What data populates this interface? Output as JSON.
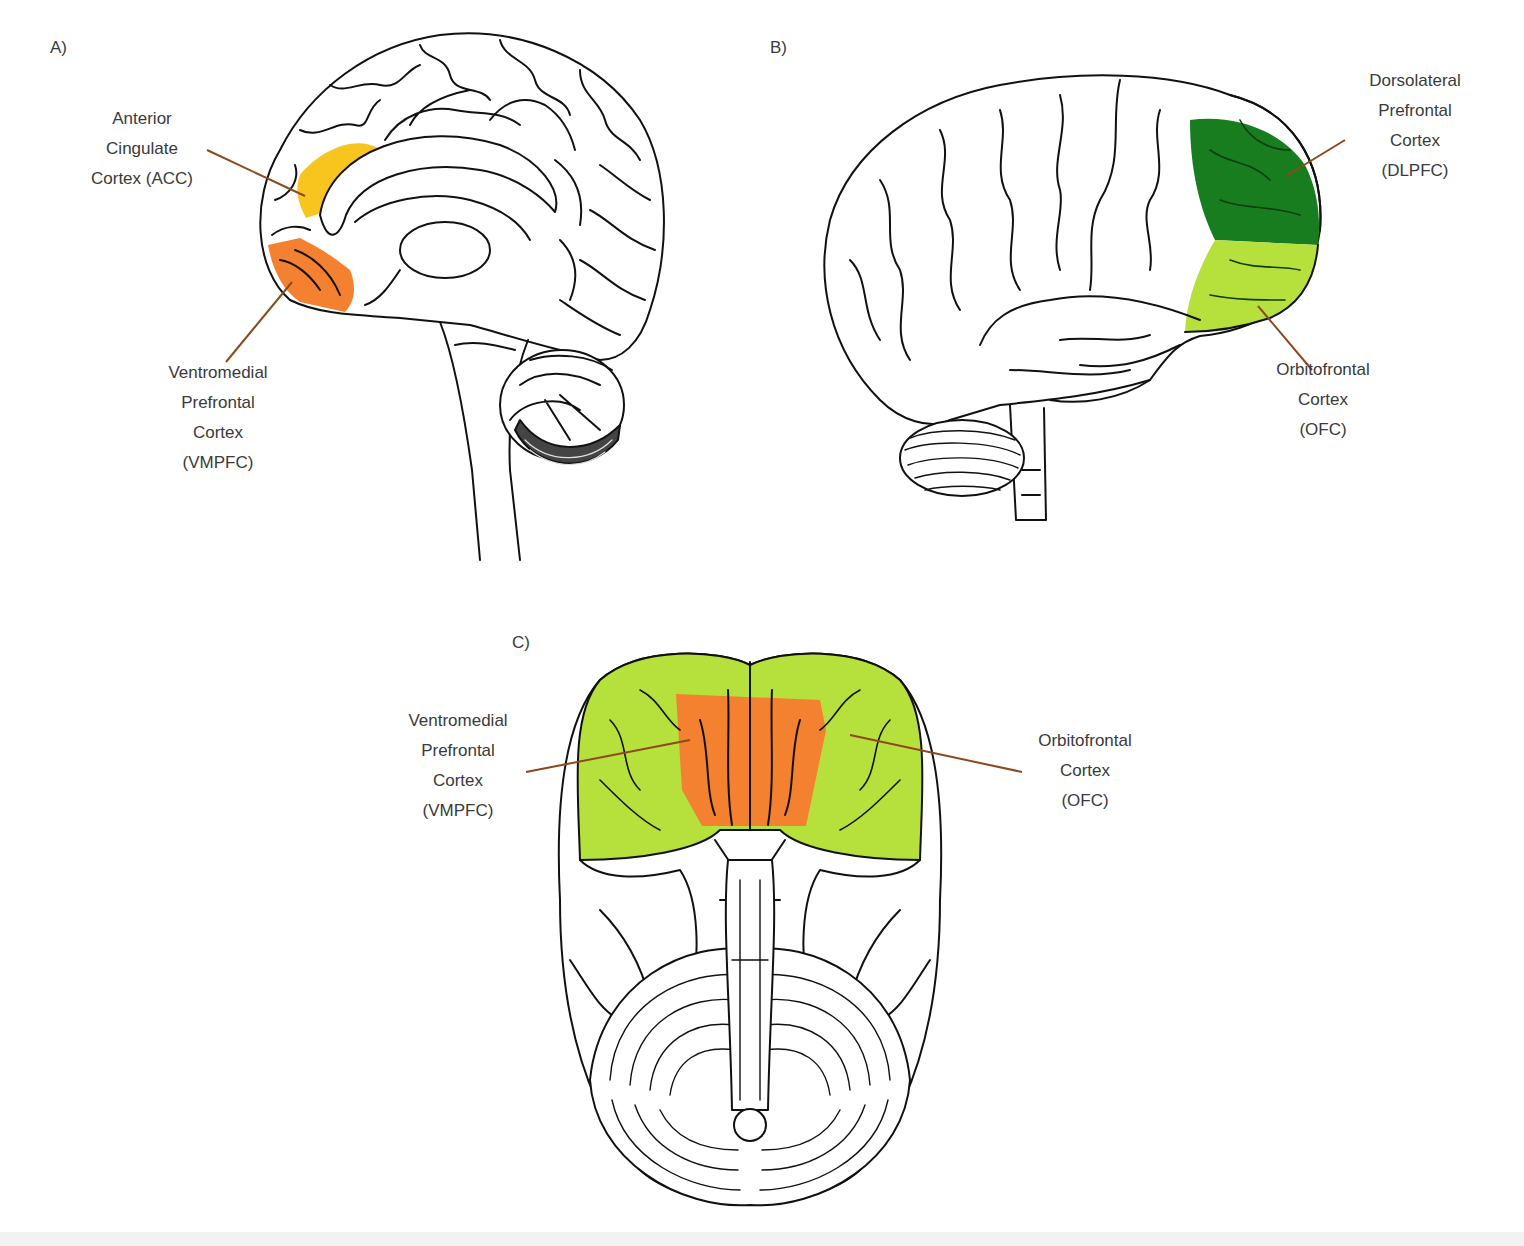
{
  "diagram": {
    "labels": [
      "A)",
      "Anterior Cingulate Cortex (ACC)",
      "Ventromedial Prefrontal Cortex (VMPFC)",
      "B)",
      "Dorsolateral Prefrontal Cortex (DLPFC)",
      "Orbitofrontal Cortex (OFC)",
      "C)",
      "Ventromedial Prefrontal Cortex (VMPFC)",
      "Orbitofrontal Cortex (OFC)"
    ]
  }
}
